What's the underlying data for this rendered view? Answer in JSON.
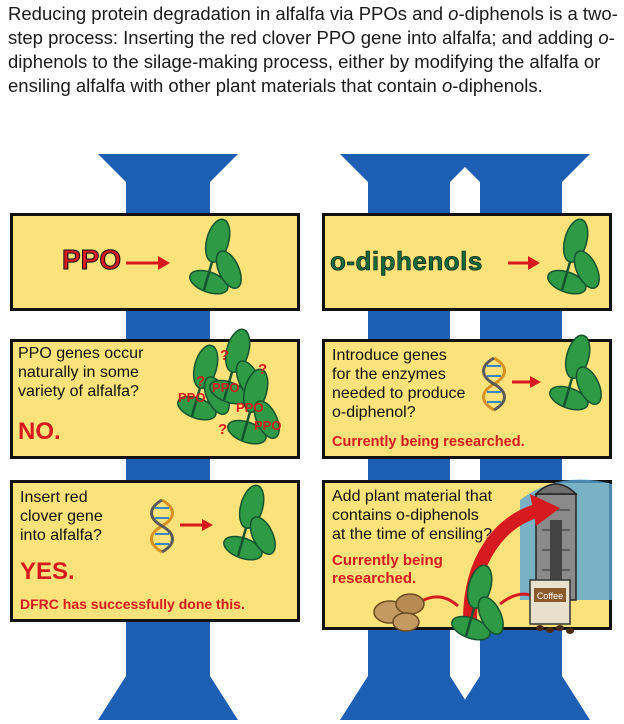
{
  "caption": {
    "part1": "Reducing protein degradation in alfalfa via PPOs and ",
    "italic1": "o",
    "part2": "-diphenols is a two-step process: Inserting the red clover PPO gene into alfalfa; and adding ",
    "italic2": "o",
    "part3": "-diphenols to the silage-making process, either by modifying the alfalfa or ensiling alfalfa with other plant materials that contain ",
    "italic3": "o",
    "part4": "-diphenols."
  },
  "headers": {
    "left": "PPO",
    "right": "o-diphenols"
  },
  "left_column": {
    "box1": {
      "text_lines": [
        "PPO genes occur",
        "naturally in some",
        "variety of alfalfa?"
      ],
      "answer": "NO.",
      "leaf_labels": [
        "PPO",
        "PPO",
        "PPO",
        "PPO"
      ],
      "question_marks": [
        "?",
        "?",
        "?",
        "?"
      ]
    },
    "box2": {
      "text_lines": [
        "Insert red",
        "clover gene",
        "into alfalfa?"
      ],
      "answer": "YES.",
      "note": "DFRC has successfully done this."
    }
  },
  "right_column": {
    "box1": {
      "text_lines": [
        "Introduce genes",
        "for the enzymes",
        "needed to produce",
        "o-diphenol?"
      ],
      "status": "Currently being researched."
    },
    "box2": {
      "text_lines": [
        "Add plant material that",
        "contains o-diphenols",
        "at the time of ensiling?"
      ],
      "status_lines": [
        "Currently being",
        "researched."
      ],
      "bag_label": "Coffee"
    }
  },
  "colors": {
    "column_blue": "#1d5fb3",
    "panel_yellow": "#fbe27a",
    "alert_red": "#d71920",
    "leaf_green": "#2e9a45",
    "text_green": "#0f6b3b"
  }
}
